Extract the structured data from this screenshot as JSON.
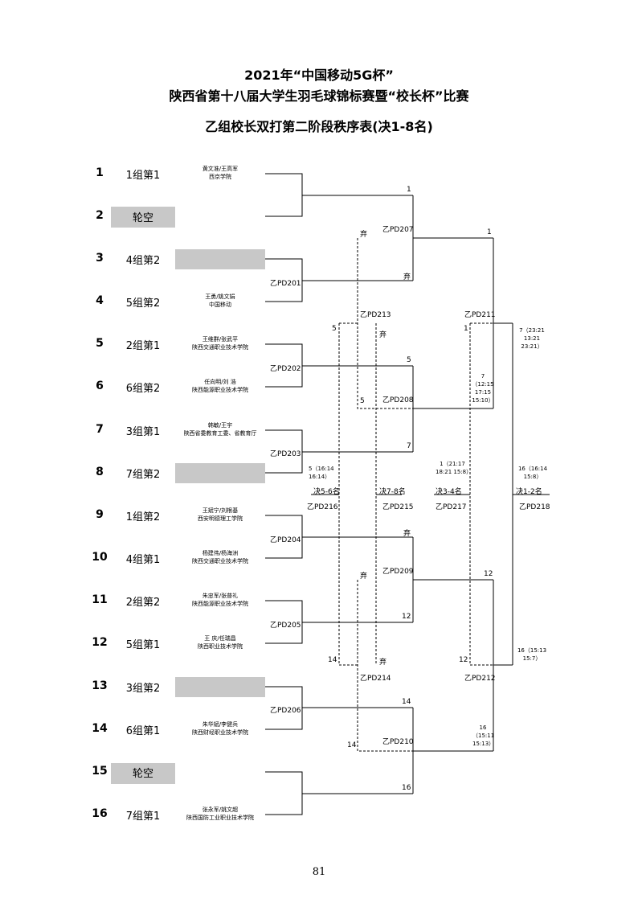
{
  "header": {
    "line1": "2021年“中国移动5G杯”",
    "line2": "陕西省第十八届大学生羽毛球锦标赛暨“校长杯”比赛",
    "line3": "乙组校长双打第二阶段秩序表(决1-8名)"
  },
  "entries": [
    {
      "seed": "1",
      "group": "1组第1",
      "players": "黄文准/王高军",
      "school": "西京学院"
    },
    {
      "seed": "2",
      "group": "轮空",
      "players": "",
      "school": ""
    },
    {
      "seed": "3",
      "group": "4组第2",
      "players": "",
      "school": ""
    },
    {
      "seed": "4",
      "group": "5组第2",
      "players": "王勇/姚文娟",
      "school": "中国移动"
    },
    {
      "seed": "5",
      "group": "2组第1",
      "players": "王维群/张武平",
      "school": "陕西交通职业技术学院"
    },
    {
      "seed": "6",
      "group": "6组第2",
      "players": "任向明/刘 浩",
      "school": "陕西能源职业技术学院"
    },
    {
      "seed": "7",
      "group": "3组第1",
      "players": "韩敏/王宇",
      "school": "陕西省委教育工委、省教育厅"
    },
    {
      "seed": "8",
      "group": "7组第2",
      "players": "",
      "school": ""
    },
    {
      "seed": "9",
      "group": "1组第2",
      "players": "王斌宁/刘根基",
      "school": "西安明德理工学院"
    },
    {
      "seed": "10",
      "group": "4组第1",
      "players": "杨建伟/杨海洲",
      "school": "陕西交通职业技术学院"
    },
    {
      "seed": "11",
      "group": "2组第2",
      "players": "朱忠军/张普礼",
      "school": "陕西能源职业技术学院"
    },
    {
      "seed": "12",
      "group": "5组第1",
      "players": "王 庆/任瑞昌",
      "school": "陕西职业技术学院"
    },
    {
      "seed": "13",
      "group": "3组第2",
      "players": "",
      "school": ""
    },
    {
      "seed": "14",
      "group": "6组第1",
      "players": "朱华斌/李健兵",
      "school": "陕西财经职业技术学院"
    },
    {
      "seed": "15",
      "group": "轮空",
      "players": "",
      "school": ""
    },
    {
      "seed": "16",
      "group": "7组第1",
      "players": "张永军/姚文超",
      "school": "陕西国防工业职业技术学院"
    }
  ],
  "matches": {
    "m201": "乙PD201",
    "m202": "乙PD202",
    "m203": "乙PD203",
    "m204": "乙PD204",
    "m205": "乙PD205",
    "m206": "乙PD206",
    "m207": "乙PD207",
    "m208": "乙PD208",
    "m209": "乙PD209",
    "m210": "乙PD210",
    "m211": "乙PD211",
    "m212": "乙PD212",
    "m213": "乙PD213",
    "m214": "乙PD214",
    "m215": "乙PD215",
    "m216": "乙PD216",
    "m217": "乙PD217",
    "m218": "乙PD218"
  },
  "results": {
    "w201": "弃",
    "w202": "5",
    "w203": "7",
    "w204": "弃",
    "w205": "12",
    "w206": "14",
    "w_r1_1": "1",
    "w_r1_16": "16",
    "w207": "1",
    "w207_l": "弃",
    "w208_l": "5",
    "w209": "12",
    "w209_l": "弃",
    "w210_l": "14",
    "w213a": "5",
    "w213b": "弃",
    "w214a": "14",
    "w214b": "弃",
    "w211a": "1",
    "w212a": "12",
    "score211": "7（12:15 17:15 15:10）",
    "score212": "16（15:11 15:13）",
    "score_top": "7（23:21 13:21 23:21）",
    "score_bot": "16（15:13 15:7）",
    "score216": "5（16:14 16:14）",
    "score217": "1（21:17 18:21 15:8）",
    "score218": "16（16:14 15:8）"
  },
  "places": {
    "p56": "决5-6名",
    "p78": "决7-8名",
    "p34": "决3-4名",
    "p12": "决1-2名"
  },
  "footer": {
    "page_number": "81"
  }
}
